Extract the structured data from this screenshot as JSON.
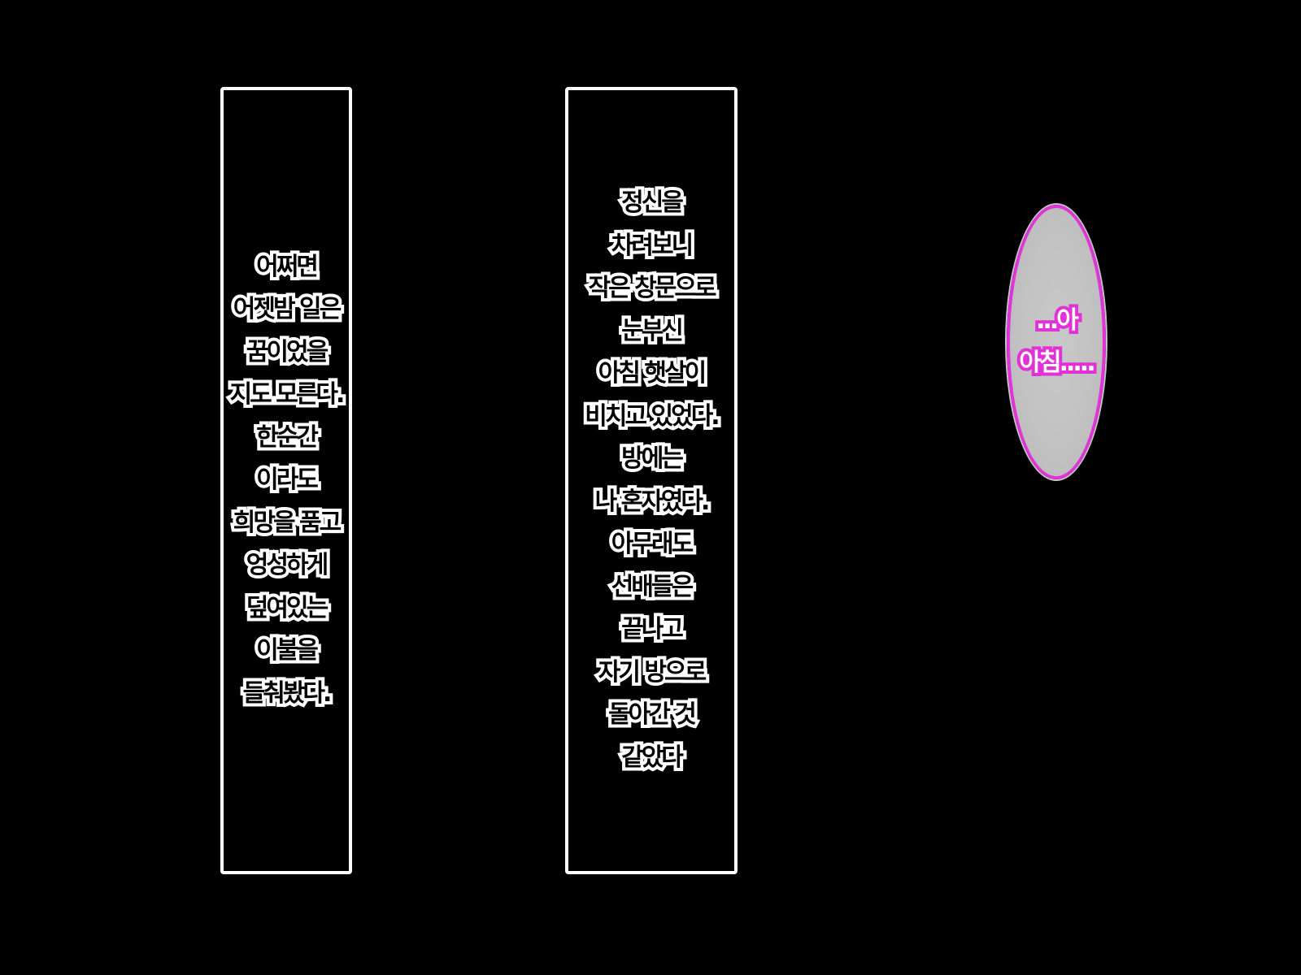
{
  "caption_left": {
    "lines": [
      "어쩌면",
      "어젯밤 일은",
      "꿈이었을",
      "지도 모른다.",
      "한순간",
      "이라도",
      "희망을 품고",
      "엉성하게",
      "덮여있는",
      "이불을",
      "들춰봤다."
    ]
  },
  "caption_middle": {
    "lines": [
      "정신을",
      "차려보니",
      "작은 창문으로",
      "눈부신",
      "아침 햇살이",
      "비치고 있었다.",
      "방에는",
      "나 혼자였다.",
      "아무래도",
      "선배들은",
      "끝나고",
      "자기 방으로",
      "돌아간 것",
      "같았다"
    ]
  },
  "speech_bubble": {
    "lines": [
      "...아",
      "아침....."
    ],
    "outline_color": "#e032d6",
    "fill_color": "#c2c2c2"
  }
}
